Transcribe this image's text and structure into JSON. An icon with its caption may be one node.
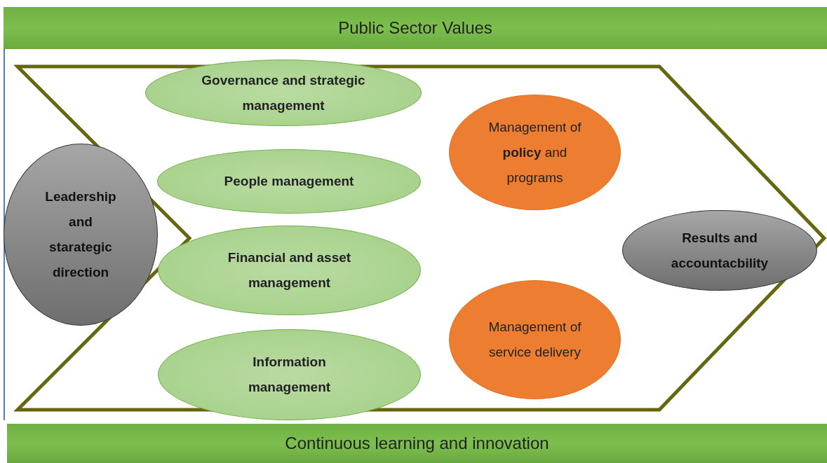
{
  "diagram": {
    "nodes": [
      {
        "text": [
          "Public Sector Values"
        ]
      },
      {
        "text": [],
        "shape": "chevron"
      },
      {
        "text": [
          "Leadership and starategic direction"
        ]
      },
      {
        "text": [
          "Governance and strategic management"
        ]
      },
      {
        "text": [
          "People management"
        ],
        "in": 1
      },
      {
        "text": [
          "Financial and asset management"
        ],
        "in": 1
      },
      {
        "text": [
          "Information management"
        ]
      },
      {
        "text": [
          "Management of **policy** and programs"
        ],
        "in": 1
      },
      {
        "text": [
          "Management of service delivery"
        ],
        "in": 1
      },
      {
        "text": [
          "Results and accountacbility"
        ],
        "in": 1
      },
      {
        "text": [
          "Continuous learning and innovation"
        ]
      }
    ]
  }
}
